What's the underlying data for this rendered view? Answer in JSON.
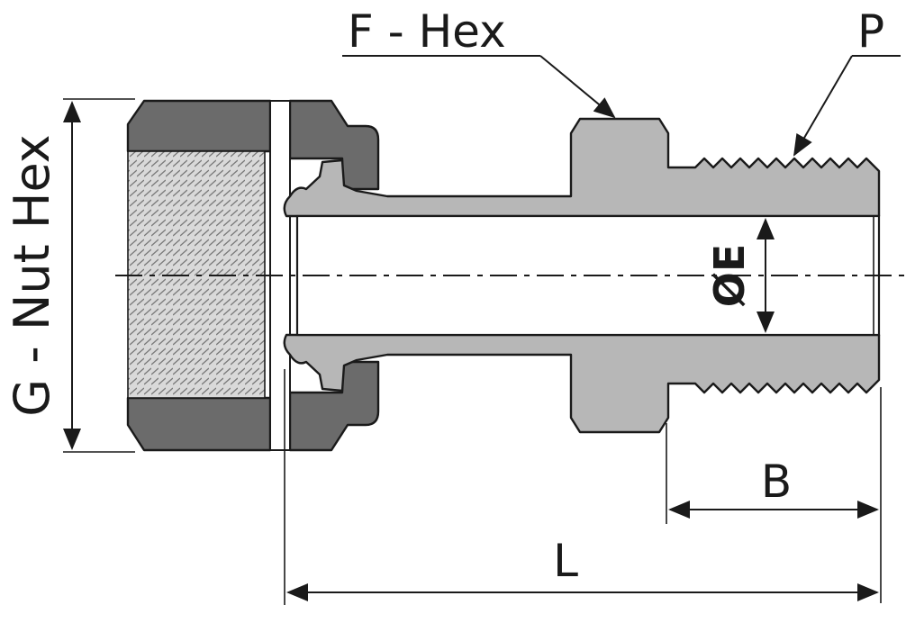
{
  "diagram": {
    "labels": {
      "g_nut_hex": "G - Nut Hex",
      "f_hex": "F - Hex",
      "p": "P",
      "diameter_e": "ØE",
      "b": "B",
      "l": "L"
    },
    "colors": {
      "nut": "#6b6b6b",
      "body": "#b7b7b7",
      "outline": "#1a1a1a",
      "background": "#ffffff"
    }
  }
}
